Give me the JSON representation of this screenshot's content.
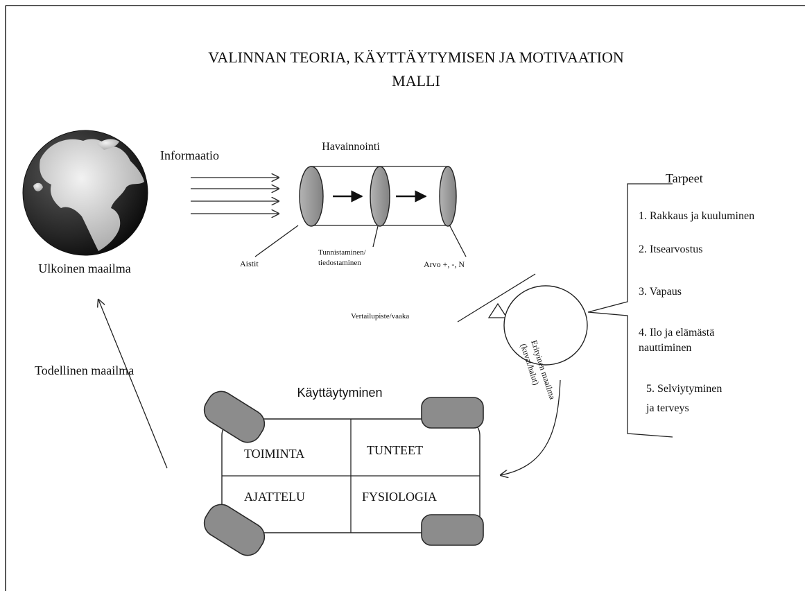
{
  "title": {
    "line1": "VALINNAN TEORIA, KÄYTTÄYTYMISEN JA MOTIVAATION",
    "line2": "MALLI"
  },
  "outer_world": {
    "label": "Ulkoinen  maailma"
  },
  "information_label": "Informaatio",
  "perception": {
    "title": "Havainnointi",
    "senses_label": "Aistit",
    "recognition_line1": "Tunnistaminen/",
    "recognition_line2": "tiedostaminen",
    "value_label": "Arvo +, -, N"
  },
  "real_world_label": "Todellinen maailma",
  "comparison_label": "Vertailupiste/vaaka",
  "quality_world": {
    "line1": "Erityinen maailma",
    "line2": "(kuvat/halut)"
  },
  "needs": {
    "title": "Tarpeet",
    "items": [
      {
        "lines": [
          "1. Rakkaus ja kuuluminen"
        ]
      },
      {
        "lines": [
          "2. Itsearvostus"
        ]
      },
      {
        "lines": [
          "3. Vapaus"
        ]
      },
      {
        "lines": [
          "4. Ilo ja elämästä",
          "nauttiminen"
        ]
      },
      {
        "lines": [
          "5. Selviytyminen",
          "ja terveys"
        ]
      }
    ]
  },
  "behavior": {
    "title": "Käyttäytyminen",
    "quadrants": {
      "acting": "TOIMINTA",
      "feeling": "TUNTEET",
      "thinking": "AJATTELU",
      "physiology": "FYSIOLOGIA"
    }
  },
  "colors": {
    "ink": "#111111",
    "wheel_fill": "#8c8c8c",
    "lens_fill": "#9a9a9a",
    "ocean_dark": "#2b2b2b",
    "land_light": "#d4d4d4"
  }
}
